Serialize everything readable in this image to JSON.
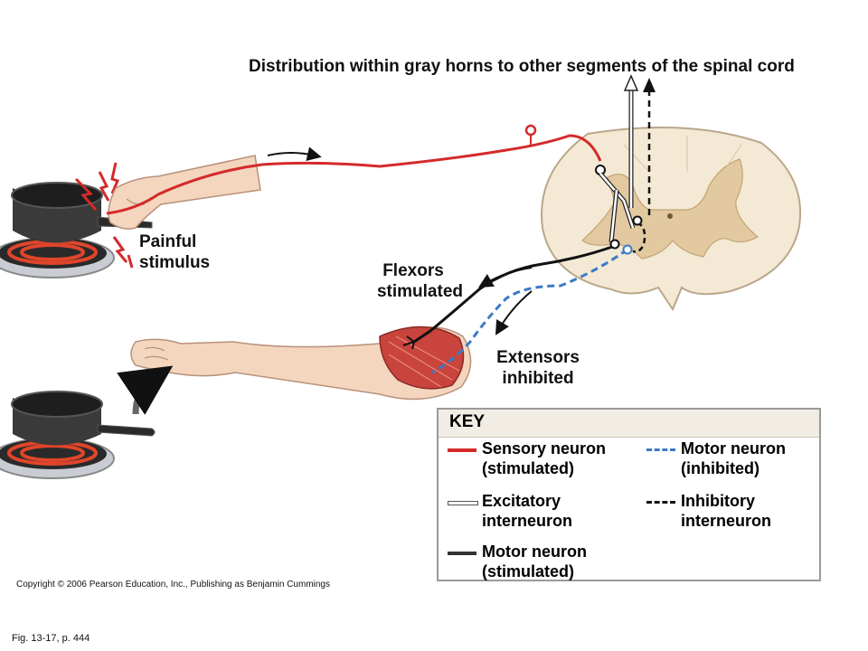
{
  "title": "Distribution within gray horns to other segments of the spinal cord",
  "labels": {
    "painful_line1": "Painful",
    "painful_line2": "stimulus",
    "flexors_line1": "Flexors",
    "flexors_line2": "stimulated",
    "extensors_line1": "Extensors",
    "extensors_line2": "inhibited"
  },
  "key": {
    "title": "KEY",
    "items": [
      {
        "line1": "Sensory neuron",
        "line2": "(stimulated)",
        "style": "solid",
        "color": "#d42a2a"
      },
      {
        "line1": "Motor neuron",
        "line2": "(inhibited)",
        "style": "dashed",
        "color": "#3a7ac7"
      },
      {
        "line1": "Excitatory",
        "line2": "interneuron",
        "style": "outline",
        "color": "#ffffff"
      },
      {
        "line1": "Inhibitory",
        "line2": "interneuron",
        "style": "dashed",
        "color": "#111111"
      },
      {
        "line1": "Motor neuron",
        "line2": "(stimulated)",
        "style": "solid",
        "color": "#333333"
      }
    ]
  },
  "colors": {
    "sensory": "#d42a2a",
    "motor_inhibited": "#3a7ac7",
    "motor_stimulated": "#111111",
    "spinal_white_matter": "#f3e9d4",
    "spinal_gray_matter": "#e2c9a0",
    "skin": "#f4d6bf",
    "muscle": "#c8443c"
  },
  "copyright": "Copyright © 2006 Pearson Education, Inc., Publishing as Benjamin Cummings",
  "figure_ref": "Fig. 13-17, p. 444"
}
